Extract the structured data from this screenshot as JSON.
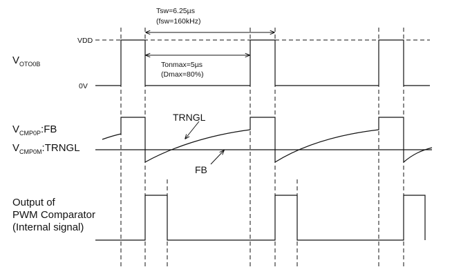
{
  "signals": {
    "votoob": {
      "main": "V",
      "sub": "OTO0B"
    },
    "vcmp0p": {
      "main": "V",
      "sub": "CMP0P",
      "suffix": ":FB"
    },
    "vcmp0m": {
      "main": "V",
      "sub": "CMP0M",
      "suffix": ":TRNGL"
    },
    "pwm_output": {
      "line1": "Output of",
      "line2": "PWM Comparator",
      "line3": "(Internal signal)"
    }
  },
  "levels": {
    "vdd": "VDD",
    "zero": "0V"
  },
  "annotations": {
    "tsw": "Tsw=6.25µs",
    "fsw": "(fsw=160kHz)",
    "tonmax": "Tonmax=5µs",
    "dmax": "(Dmax=80%)",
    "trngl": "TRNGL",
    "fb": "FB"
  },
  "diagram_values": {
    "switching_period_us": 6.25,
    "switching_frequency_khz": 160,
    "max_on_time_us": 5,
    "max_duty_percent": 80
  }
}
